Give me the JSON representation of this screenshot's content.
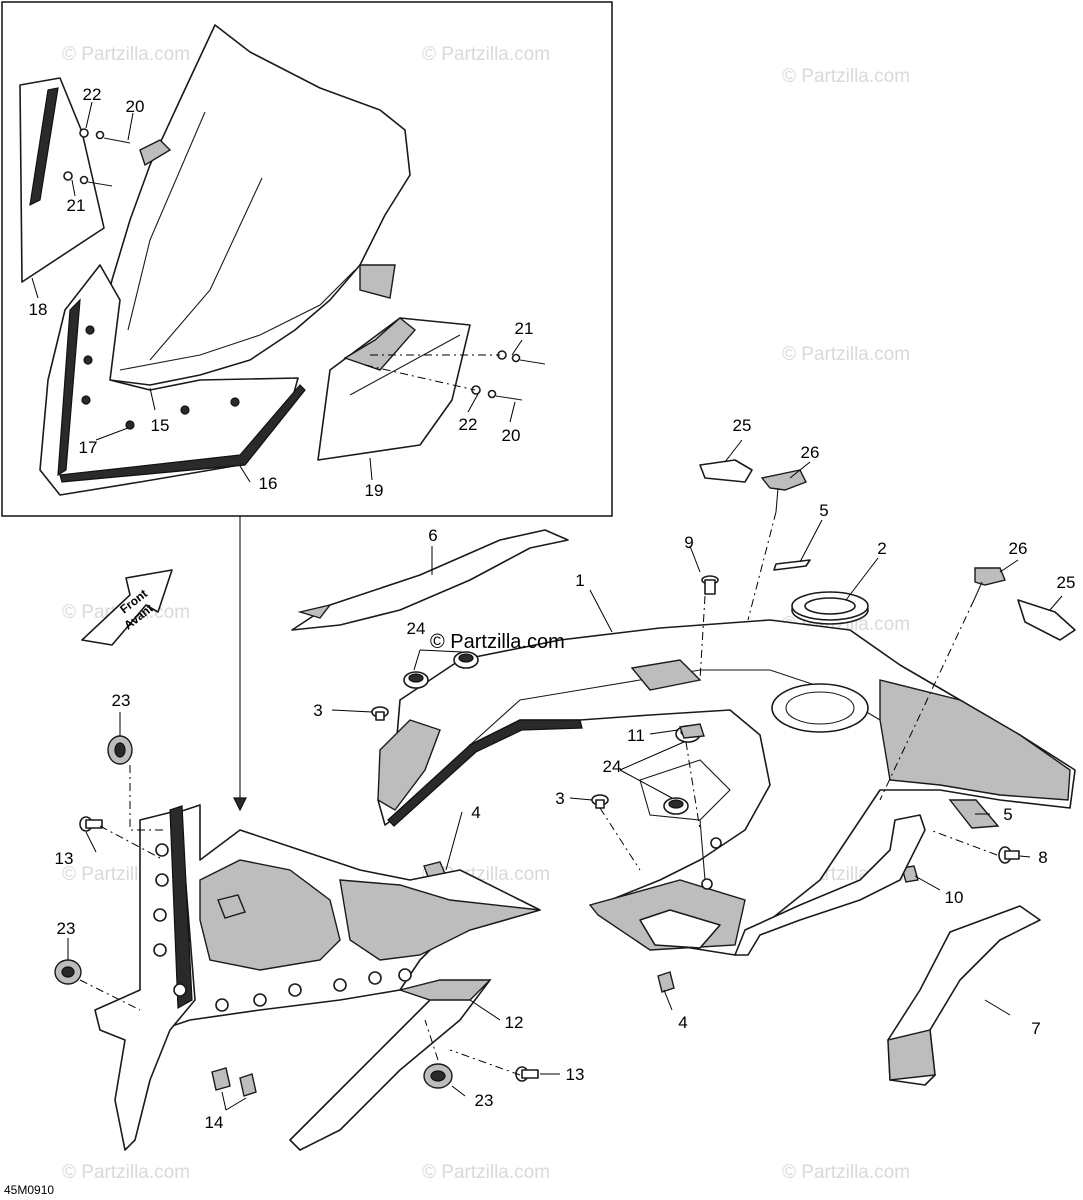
{
  "diagram_code": "45M0910",
  "watermark": "© Partzilla.com",
  "front_label": {
    "line1": "Front",
    "line2": "Avant"
  },
  "callouts": {
    "c1": "1",
    "c2": "2",
    "c3a": "3",
    "c3b": "3",
    "c4a": "4",
    "c4b": "4",
    "c5a": "5",
    "c5b": "5",
    "c6": "6",
    "c7": "7",
    "c8": "8",
    "c9": "9",
    "c10": "10",
    "c11": "11",
    "c12": "12",
    "c13a": "13",
    "c13b": "13",
    "c14": "14",
    "c15": "15",
    "c16": "16",
    "c17": "17",
    "c18": "18",
    "c19": "19",
    "c20a": "20",
    "c20b": "20",
    "c21a": "21",
    "c21b": "21",
    "c22a": "22",
    "c22b": "22",
    "c23a": "23",
    "c23b": "23",
    "c23c": "23",
    "c24a": "24",
    "c24b": "24",
    "c25a": "25",
    "c25b": "25",
    "c26a": "26",
    "c26b": "26"
  }
}
